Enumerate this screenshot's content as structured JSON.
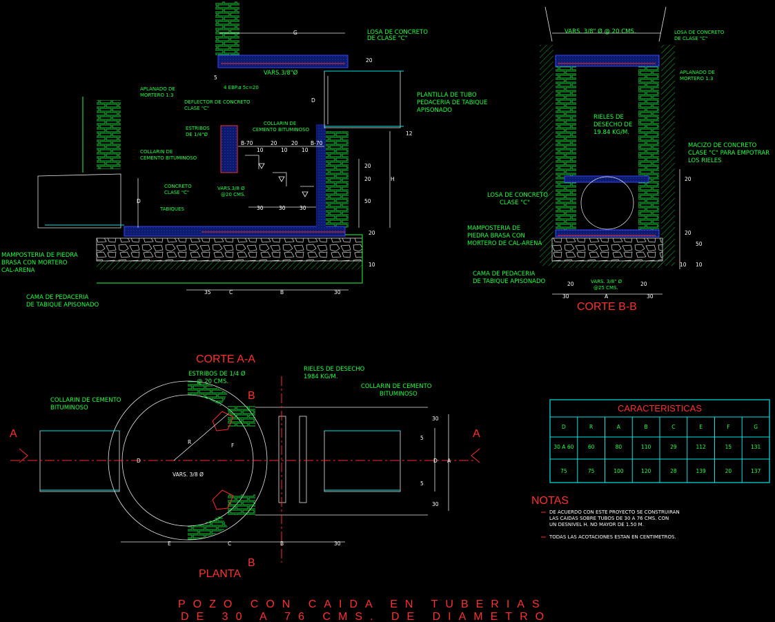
{
  "colors": {
    "background": "#000000",
    "labels": "#22ff44",
    "titles": "#ff3030",
    "dimensions": "#ffffff",
    "table_border": "#00e5e5"
  },
  "profile": {
    "labels": {
      "losa": "LOSA DE CONCRETO",
      "losa2": "DE CLASE \"C\"",
      "vars_top": "VARS.3/8\"Ø",
      "ebp": "4 EBP.ø 5c=20",
      "aplanado1": "APLANADO DE",
      "aplanado2": "MORTERO 1:3",
      "deflector1": "DEFLECTOR DE CONCRETO",
      "deflector2": "CLASE \"C\"",
      "estribos1": "ESTRIBOS",
      "estribos2": "DE 1/4\"Ø",
      "collarin1": "COLLARIN DE",
      "collarin2": "CEMENTO BITUMINOSO",
      "collarin_r1": "COLLARIN DE",
      "collarin_r2": "CEMENTO BITUMINOSO",
      "plantilla1": "PLANTILLA DE TUBO",
      "plantilla2": "PEDACERIA DE TABIQUE",
      "plantilla3": "APISONADO",
      "concreto1": "CONCRETO",
      "concreto2": "CLASE \"C\"",
      "vars_bot1": "VARS.3/8 Ø",
      "vars_bot2": "@20 CMS.",
      "tabiques": "TABIQUES",
      "mamp1": "MAMPOSTERIA DE PIEDRA",
      "mamp2": "BRASA CON MORTERO",
      "mamp3": "CAL-ARENA",
      "cama1": "CAMA DE PEDACERIA",
      "cama2": "DE TABIQUE APISONADO"
    },
    "dims": {
      "G": "G",
      "five": "5",
      "d20": "20",
      "D": "D",
      "D2": "D",
      "H": "H",
      "d12": "12",
      "r20a": "20",
      "r20b": "20",
      "r50": "50",
      "r20c": "20",
      "r10": "10",
      "b70a": "B-70",
      "b10a": "10",
      "b20a": "20",
      "b10b": "10",
      "b20b": "20",
      "b10c": "10",
      "b70b": "B-70",
      "c30a": "30",
      "c30b": "30",
      "c30c": "30",
      "b35": "35",
      "bC": "C",
      "bB": "B",
      "b30": "30"
    }
  },
  "section_bb": {
    "title": "CORTE B-B",
    "labels": {
      "vars_top": "VARS. 3/8\" Ø @ 20 CMS.",
      "losa1": "LOSA DE CONCRETO",
      "losa2": "DE CLASE \"C\"",
      "aplanado1": "APLANADO DE",
      "aplanado2": "MORTERO 1:3",
      "rieles1": "RIELES DE",
      "rieles2": "DESECHO DE",
      "rieles3": "19.84 KG/M.",
      "macizo1": "MACIZO DE CONCRETO",
      "macizo2": "CLASE \"C\" PARA EMPOTRAR",
      "macizo3": "LOS RIELES",
      "losa_l1": "LOSA DE CONCRETO",
      "losa_l2": "CLASE \"C\"",
      "mamp1": "MAMPOSTERIA DE",
      "mamp2": "PIEDRA BRASA CON",
      "mamp3": "MORTERO DE CAL-ARENA",
      "cama1": "CAMA DE PEDACERIA",
      "cama2": "DE TABIQUE APISONADO",
      "vars_bot1": "VARS. 3/8\" Ø",
      "vars_bot2": "@25 CMS."
    },
    "dims": {
      "r20a": "20",
      "r20b": "20",
      "r50": "50",
      "r10a": "10",
      "r10b": "10",
      "b20a": "20",
      "b20b": "20",
      "b30a": "30",
      "bA": "A",
      "b30b": "30"
    }
  },
  "plan": {
    "title": "PLANTA",
    "section_title": "CORTE A-A",
    "labels": {
      "estribos1": "ESTRIBOS DE 1/4 Ø",
      "estribos2": "@ 20 CMS.",
      "rieles1": "RIELES DE DESECHO",
      "rieles2": "1984 KG/M.",
      "collarin_l1": "COLLARIN DE CEMENTO",
      "collarin_l2": "BITUMINOSO",
      "collarin_r1": "COLLARIN DE CEMENTO",
      "collarin_r2": "BITUMINOSO",
      "vars": "VARS. 3/8 Ø",
      "R": "R",
      "F": "F",
      "D": "D",
      "B_top": "B",
      "B_bot": "B",
      "A_left": "A",
      "A_right": "A"
    },
    "dims": {
      "r30a": "30",
      "r5a": "5",
      "rD": "D",
      "rA": "A",
      "r5b": "5",
      "r30b": "30",
      "bE": "E",
      "bC": "C",
      "bB": "B",
      "b30": "30"
    }
  },
  "table": {
    "title": "CARACTERISTICAS",
    "headers": [
      "D",
      "R",
      "A",
      "B",
      "C",
      "E",
      "F",
      "G"
    ],
    "rows": [
      [
        "30 A 60",
        "60",
        "80",
        "110",
        "29",
        "112",
        "15",
        "131"
      ],
      [
        "75",
        "75",
        "100",
        "120",
        "28",
        "139",
        "20",
        "137"
      ]
    ]
  },
  "notes": {
    "title": "NOTAS",
    "items": [
      [
        "DE ACUERDO CON ESTE PROYECTO SE CONSTRUIRAN",
        "LAS CAIDAS SOBRE TUBOS DE 30 A 76 CMS. CON",
        "UN DESNIVEL H. NO MAYOR DE 1.50 M."
      ],
      [
        "TODAS LAS ACOTACIONES ESTAN EN CENTIMETROS."
      ]
    ]
  },
  "main_title": {
    "line1": "POZO CON CAIDA EN TUBERIAS",
    "line2": "DE 30 A 76 CMS. DE DIAMETRO"
  }
}
